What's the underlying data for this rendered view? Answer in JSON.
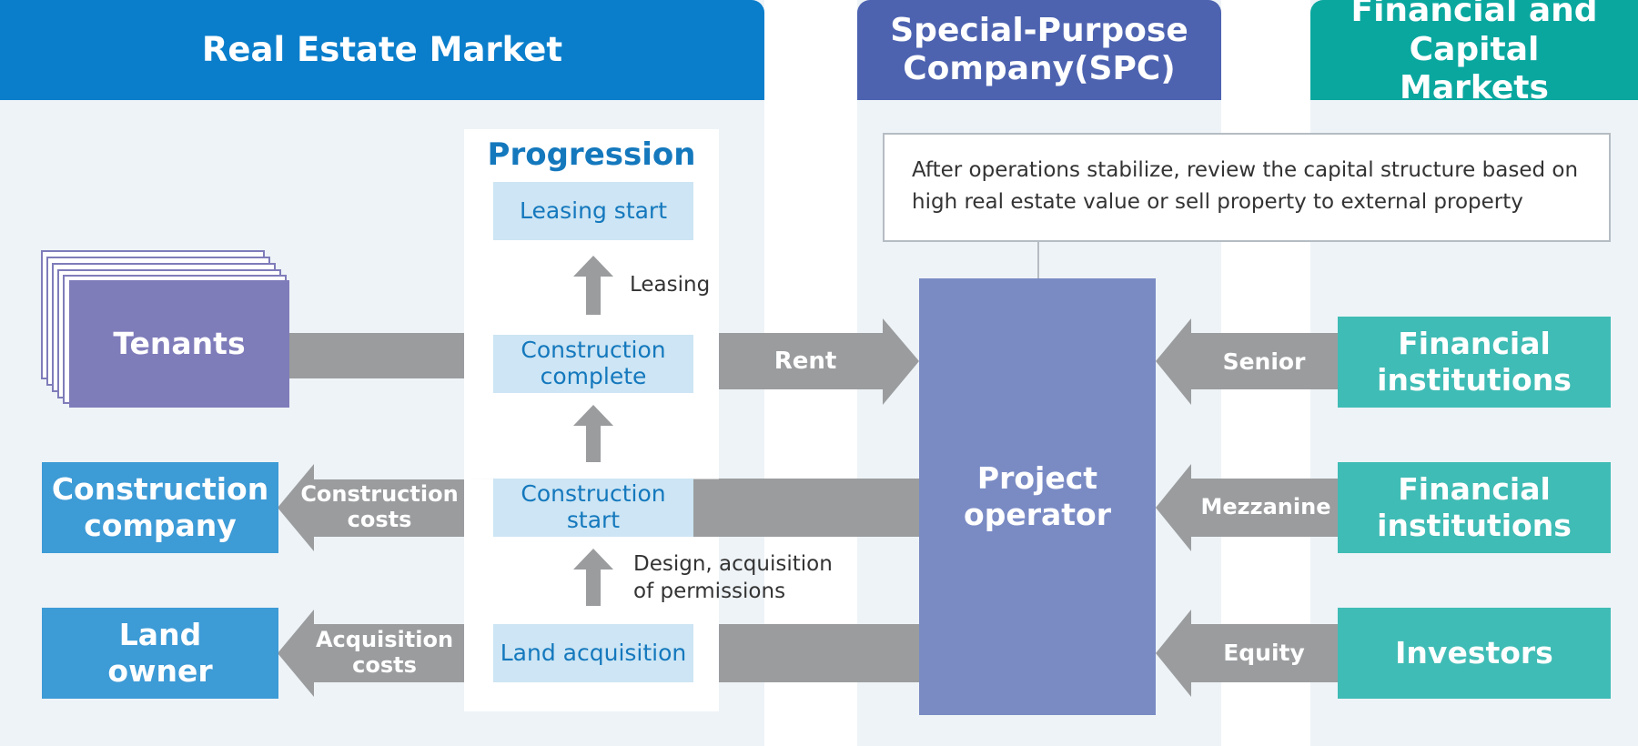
{
  "headers": {
    "real_estate_market": "Real Estate Market",
    "spc": "Special-Purpose Company(SPC)",
    "financial_markets": "Financial and Capital Markets"
  },
  "left_boxes": {
    "tenants": "Tenants",
    "construction_company": "Construction company",
    "land_owner": "Land owner"
  },
  "progression": {
    "title": "Progression",
    "steps": [
      "Leasing start",
      "Construction complete",
      "Construction start",
      "Land acquisition"
    ],
    "transitions": [
      "Leasing",
      "Design, acquisition of permissions"
    ]
  },
  "flows": {
    "rent": "Rent",
    "construction_costs": "Construction costs",
    "acquisition_costs": "Acquisition costs",
    "senior": "Senior",
    "mezzanine": "Mezzanine",
    "equity": "Equity"
  },
  "spc": {
    "project_operator": "Project operator",
    "note": "After operations stabilize, review the capital structure based on high real estate value or sell property to external property"
  },
  "right_boxes": {
    "financial_institutions_1": "Financial institutions",
    "financial_institutions_2": "Financial institutions",
    "investors": "Investors"
  },
  "colors": {
    "header_blue": "#0a7ecb",
    "header_purple": "#4d63b0",
    "header_teal": "#0aa79f",
    "tenants": "#7f7cba",
    "left_blue": "#3d9bd6",
    "operator": "#7a8bc4",
    "right_teal": "#3fbcb5",
    "arrow_gray": "#9a9c9e",
    "step_bg": "#cde5f4",
    "panel_bg": "#eef3f7"
  }
}
